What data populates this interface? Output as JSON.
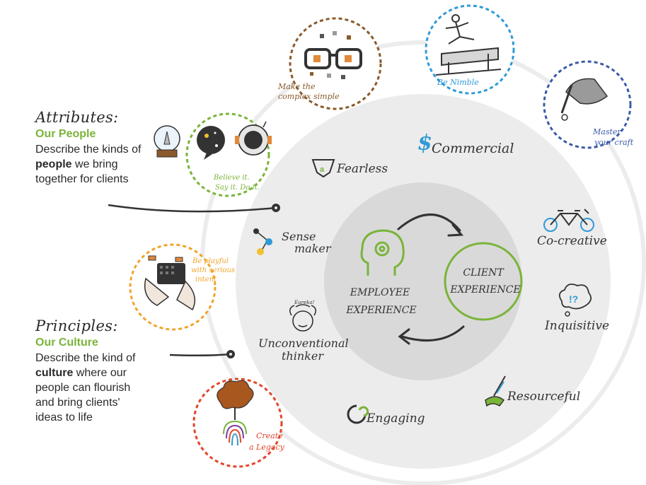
{
  "attributes": {
    "title": "Attributes:",
    "subtitle": "Our People",
    "desc_pre": "Describe the kinds of ",
    "desc_bold": "people",
    "desc_post": " we bring together for clients"
  },
  "principles": {
    "title": "Principles:",
    "subtitle": "Our Culture",
    "desc_pre": "Describe the kind of ",
    "desc_bold": "culture",
    "desc_post": " where our people can flourish and bring clients' ideas to life"
  },
  "core": {
    "employee_line1": "EMPLOYEE",
    "employee_line2": "EXPERIENCE",
    "client_line1": "CLIENT",
    "client_line2": "EXPERIENCE"
  },
  "attribute_labels": {
    "commercial": "Commercial",
    "fearless": "Fearless",
    "sense_line1": "Sense",
    "sense_line2": "maker",
    "cocreative": "Co-creative",
    "inquisitive": "Inquisitive",
    "unconventional_line1": "Unconventional",
    "unconventional_line2": "thinker",
    "unconventional_caption": "Eureka!",
    "engaging": "Engaging",
    "resourceful": "Resourceful"
  },
  "principle_labels": {
    "simple_line1": "Make the",
    "simple_line2": "complex simple",
    "nimble": "Be Nimble",
    "craft_line1": "Master",
    "craft_line2": "your craft",
    "believe_line1": "Believe it.",
    "believe_line2": "Say it. Do it.",
    "playful_line1": "Be playful",
    "playful_line2": "with serious",
    "playful_line3": "intent",
    "legacy_line1": "Create",
    "legacy_line2": "a Legacy"
  },
  "colors": {
    "green": "#7ab43a",
    "brown": "#8a5a2b",
    "blue": "#2f9ad6",
    "navy": "#3a5aa8",
    "orange": "#f0a42a",
    "red": "#e2452b",
    "outer_ring": "#ececec",
    "inner_ring": "#dcdcdc",
    "dark": "#333333"
  }
}
